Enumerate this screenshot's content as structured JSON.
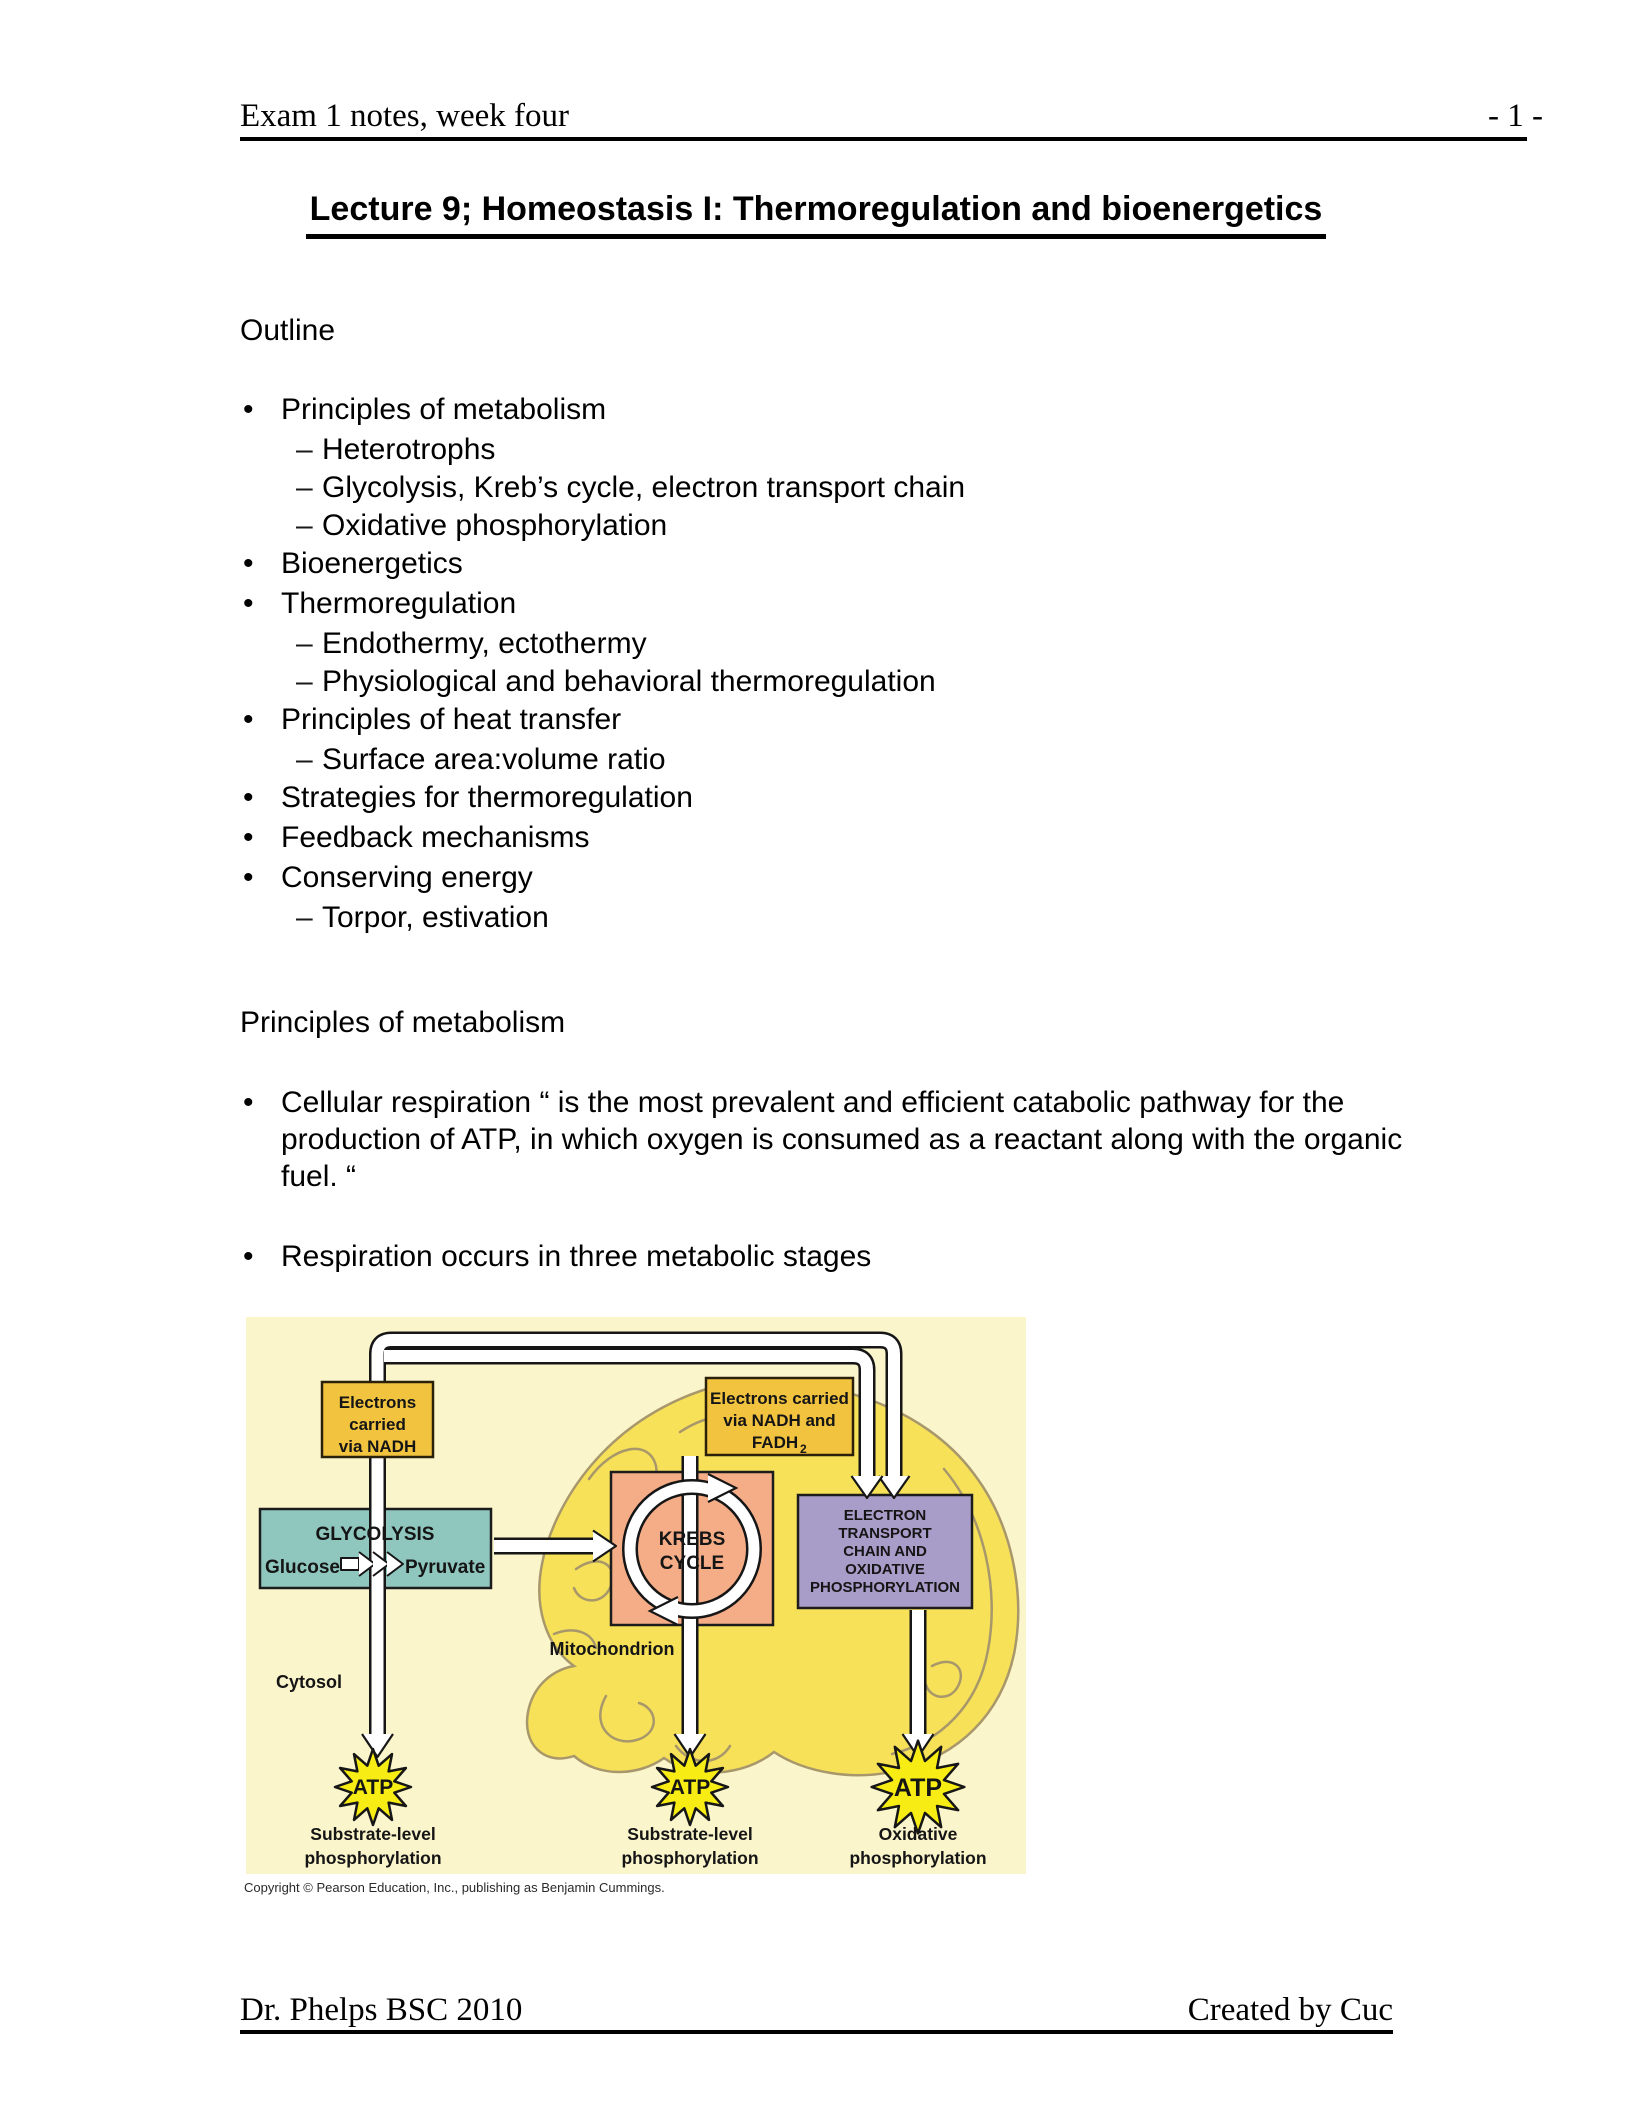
{
  "header": {
    "left": "Exam 1 notes, week four",
    "page_number": "- 1 -"
  },
  "title": "Lecture 9; Homeostasis I: Thermoregulation and bioenergetics",
  "chars": {
    "bullet": "•",
    "dash": "–"
  },
  "outline": {
    "heading": "Outline",
    "items": [
      {
        "level": 1,
        "text": "Principles of metabolism"
      },
      {
        "level": 2,
        "text": "Heterotrophs"
      },
      {
        "level": 2,
        "text": "Glycolysis, Kreb’s cycle, electron transport chain"
      },
      {
        "level": 2,
        "text": "Oxidative phosphorylation"
      },
      {
        "level": 1,
        "text": "Bioenergetics"
      },
      {
        "level": 1,
        "text": "Thermoregulation"
      },
      {
        "level": 2,
        "text": "Endothermy, ectothermy"
      },
      {
        "level": 2,
        "text": "Physiological and behavioral thermoregulation"
      },
      {
        "level": 1,
        "text": "Principles of heat transfer"
      },
      {
        "level": 2,
        "text": "Surface area:volume ratio"
      },
      {
        "level": 1,
        "text": "Strategies for thermoregulation"
      },
      {
        "level": 1,
        "text": "Feedback mechanisms"
      },
      {
        "level": 1,
        "text": "Conserving energy"
      },
      {
        "level": 2,
        "text": "Torpor, estivation"
      }
    ]
  },
  "section": {
    "heading": "Principles of metabolism",
    "bullets": [
      "Cellular respiration “ is the most prevalent and efficient catabolic pathway for the production of ATP, in which oxygen is consumed as a reactant along with the organic fuel. “",
      "Respiration occurs in three metabolic stages"
    ]
  },
  "diagram": {
    "boxes": {
      "nadh": {
        "lines": [
          "Electrons",
          "carried",
          "via NADH"
        ]
      },
      "fadh": {
        "lines": [
          "Electrons carried",
          "via NADH and",
          "FADH"
        ],
        "subscript": "2"
      },
      "glycolysis": {
        "title": "GLYCOLYSIS",
        "left": "Glucose",
        "right": "Pyruvate"
      },
      "krebs": {
        "lines": [
          "KREBS",
          "CYCLE"
        ]
      },
      "etc": {
        "lines": [
          "ELECTRON",
          "TRANSPORT",
          "CHAIN AND",
          "OXIDATIVE",
          "PHOSPHORYLATION"
        ]
      }
    },
    "labels": {
      "cytosol": "Cytosol",
      "mitochondrion": "Mitochondrion"
    },
    "atp": [
      {
        "label": "ATP",
        "caption": [
          "Substrate-level",
          "phosphorylation"
        ]
      },
      {
        "label": "ATP",
        "caption": [
          "Substrate-level",
          "phosphorylation"
        ]
      },
      {
        "label": "ATP",
        "caption": [
          "Oxidative",
          "phosphorylation"
        ]
      }
    ],
    "copyright": "Copyright © Pearson Education, Inc., publishing as Benjamin Cummings.",
    "colors": {
      "background": "#FBF5CC",
      "gold_box": "#F2C33F",
      "glycolysis_box": "#8FC7BE",
      "krebs_box": "#F5AD87",
      "etc_box": "#A89CC8",
      "mitochondrion": "#F6E159",
      "atp_star": "#F7ED15"
    }
  },
  "footer": {
    "left": "Dr. Phelps BSC 2010",
    "right": "Created by Cuc"
  }
}
